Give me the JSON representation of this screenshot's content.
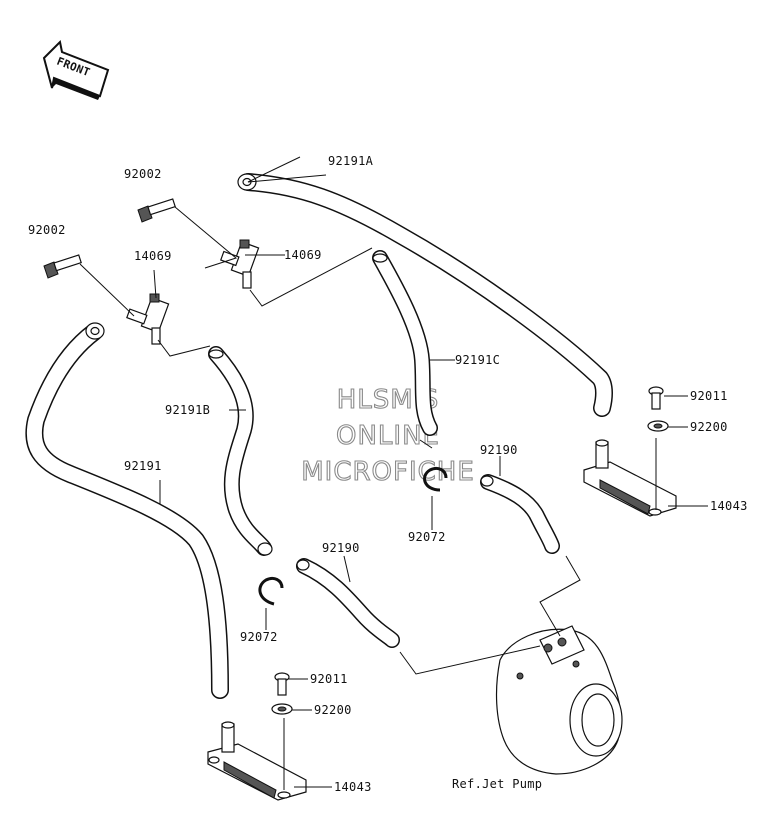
{
  "front_label": "FRONT",
  "watermark": [
    "HLSM'S",
    "ONLINE",
    "MICROFICHE"
  ],
  "reference": "Ref.Jet Pump",
  "parts": [
    {
      "number": "92191A"
    },
    {
      "number": "92002"
    },
    {
      "number": "92002"
    },
    {
      "number": "14069"
    },
    {
      "number": "14069"
    },
    {
      "number": "92191C"
    },
    {
      "number": "92191B"
    },
    {
      "number": "92191"
    },
    {
      "number": "92011"
    },
    {
      "number": "92200"
    },
    {
      "number": "92190"
    },
    {
      "number": "14043"
    },
    {
      "number": "92072"
    },
    {
      "number": "92190"
    },
    {
      "number": "92072"
    },
    {
      "number": "92011"
    },
    {
      "number": "92200"
    },
    {
      "number": "14043"
    }
  ]
}
